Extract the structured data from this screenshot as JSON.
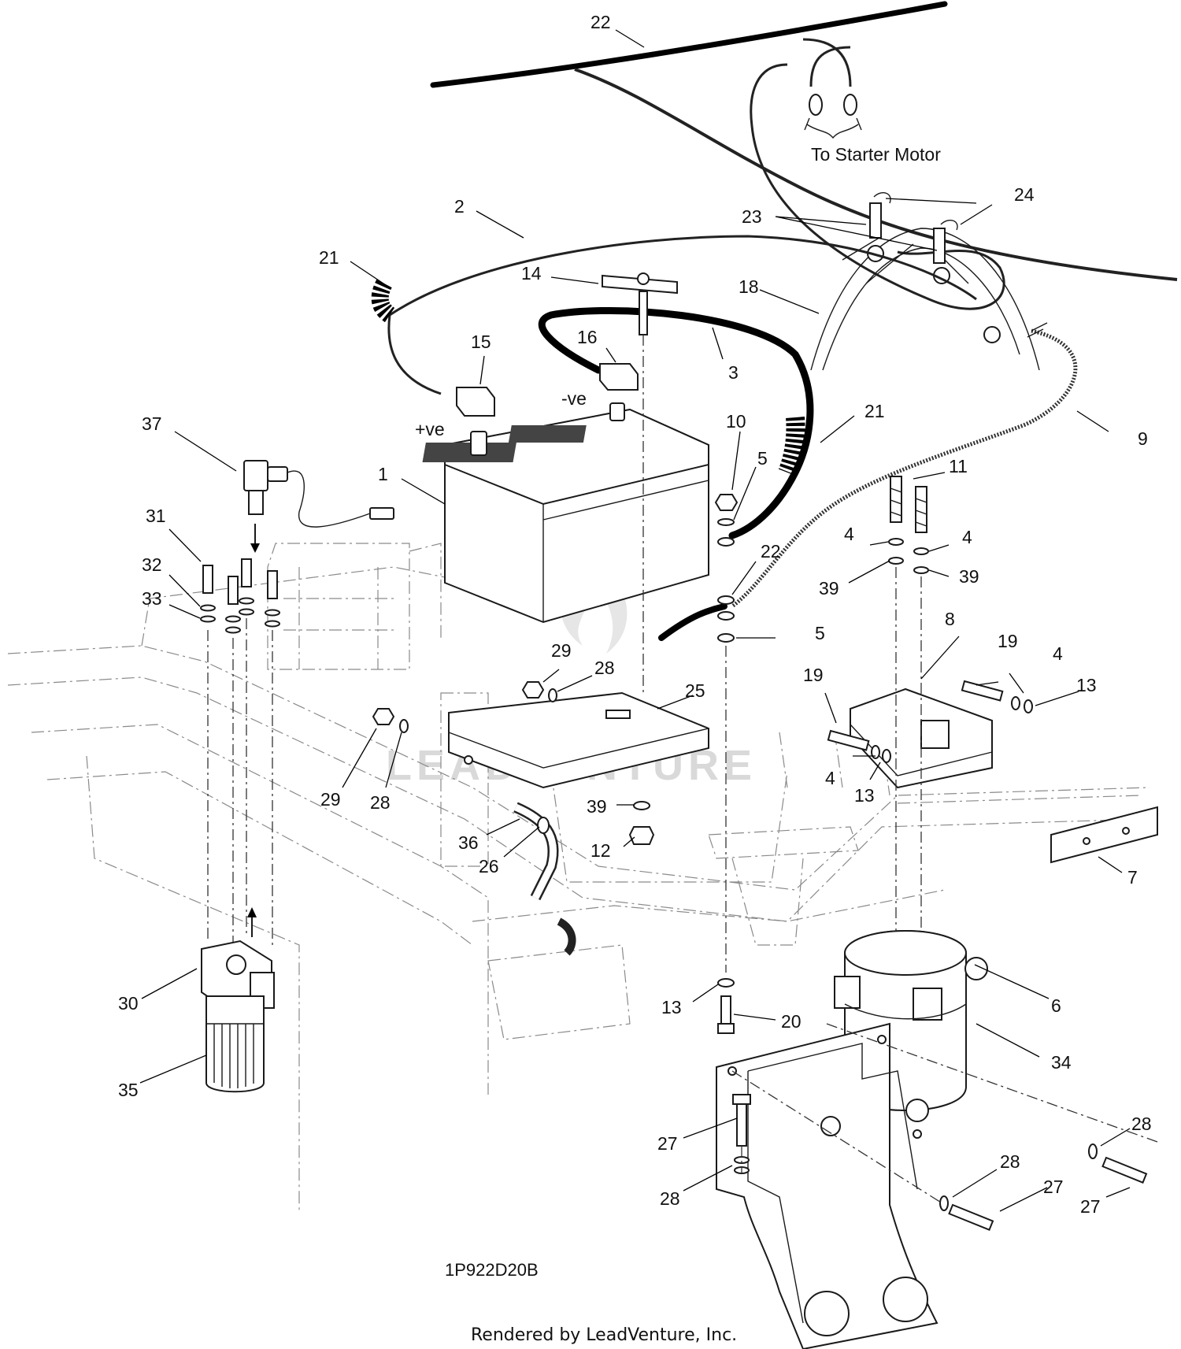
{
  "diagram": {
    "drawing_number": "1P922D20B",
    "credit": "Rendered by LeadVenture, Inc.",
    "watermark": "LEADVENTURE",
    "notes": {
      "starter": "To Starter Motor",
      "positive": "+ve",
      "negative": "-ve"
    },
    "callouts": [
      "22",
      "24",
      "23",
      "2",
      "21",
      "14",
      "18",
      "15",
      "16",
      "3",
      "9",
      "37",
      "1",
      "10",
      "5",
      "21",
      "11",
      "31",
      "4",
      "4",
      "32",
      "33",
      "22",
      "39",
      "39",
      "5",
      "8",
      "29",
      "28",
      "19",
      "25",
      "4",
      "13",
      "19",
      "29",
      "28",
      "4",
      "13",
      "39",
      "36",
      "12",
      "26",
      "7",
      "30",
      "13",
      "20",
      "6",
      "34",
      "35",
      "28",
      "27",
      "28",
      "27",
      "28",
      "27"
    ]
  }
}
